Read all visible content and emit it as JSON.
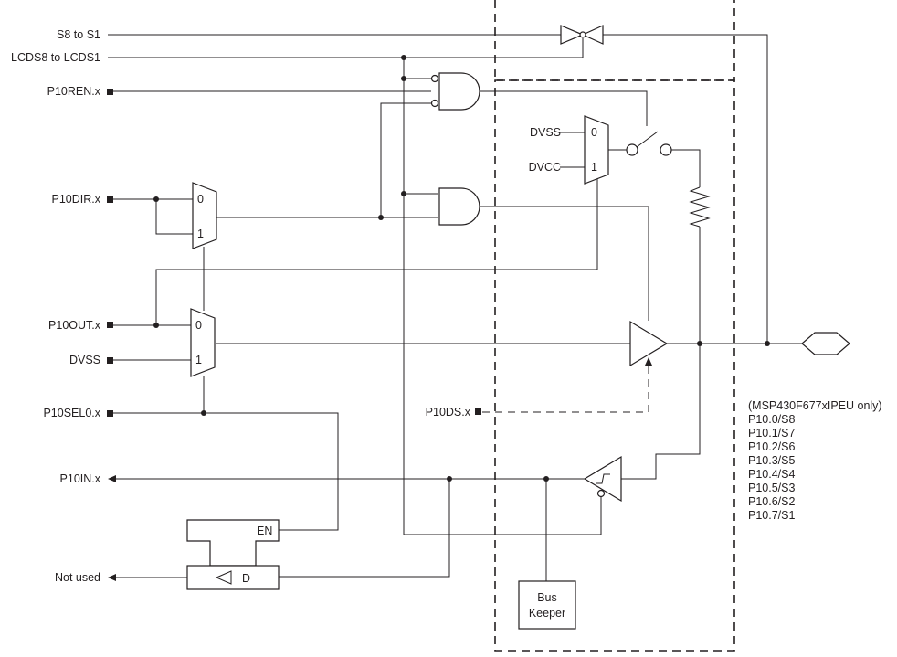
{
  "signals": {
    "s8_to_s1": "S8 to S1",
    "lcds8_to_lcds1": "LCDS8 to LCDS1",
    "p10ren": "P10REN.x",
    "p10dir": "P10DIR.x",
    "p10out": "P10OUT.x",
    "dvss": "DVSS",
    "p10sel0": "P10SEL0.x",
    "p10in": "P10IN.x",
    "not_used": "Not used",
    "p10ds": "P10DS.x"
  },
  "mux": {
    "in0": "0",
    "in1": "1"
  },
  "pull_mux": {
    "dvss": "DVSS",
    "dvcc": "DVCC",
    "in0": "0",
    "in1": "1"
  },
  "latch": {
    "enable": "EN",
    "data": "D"
  },
  "bus_keeper": {
    "line1": "Bus",
    "line2": "Keeper"
  },
  "pin_notes": [
    "(MSP430F677xIPEU only)",
    "P10.0/S8",
    "P10.1/S7",
    "P10.2/S6",
    "P10.3/S5",
    "P10.4/S4",
    "P10.5/S3",
    "P10.6/S2",
    "P10.7/S1"
  ]
}
